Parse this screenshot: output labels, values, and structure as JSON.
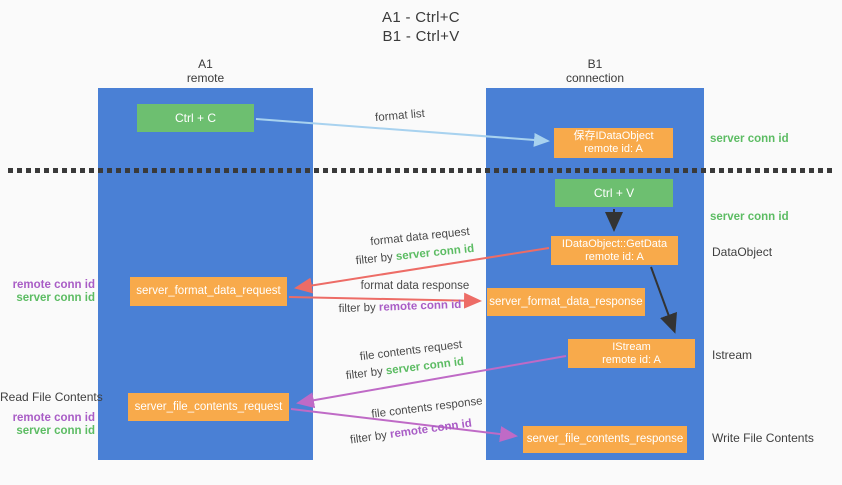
{
  "title": {
    "line1": "A1 - Ctrl+C",
    "line2": "B1 - Ctrl+V"
  },
  "lifelines": {
    "left": {
      "name": "A1",
      "role": "remote"
    },
    "right": {
      "name": "B1",
      "role": "connection"
    }
  },
  "boxes": {
    "ctrl_c": {
      "label": "Ctrl + C"
    },
    "ctrl_v": {
      "label": "Ctrl + V"
    },
    "save_dataobject": {
      "line1": "保存IDataObject",
      "line2": "remote id: A"
    },
    "getdata": {
      "line1": "IDataObject::GetData",
      "line2": "remote id: A"
    },
    "istream": {
      "line1": "IStream",
      "line2": "remote id: A"
    },
    "server_format_data_request": {
      "label": "server_format_data_request"
    },
    "server_format_data_response": {
      "label": "server_format_data_response"
    },
    "server_file_contents_request": {
      "label": "server_file_contents_request"
    },
    "server_file_contents_response": {
      "label": "server_file_contents_response"
    }
  },
  "flow_labels": {
    "format_list": "format list",
    "format_data_request": "format data request",
    "format_data_response": "format data response",
    "file_contents_request": "file contents request",
    "file_contents_response": "file contents response",
    "filter_by": "filter by",
    "server_conn_id": "server conn id",
    "remote_conn_id": "remote conn id"
  },
  "annotations": {
    "server_conn_id_top": "server conn id",
    "server_conn_id_mid": "server conn id",
    "data_object": "DataObject",
    "istream": "Istream",
    "write_file_contents": "Write File Contents",
    "read_file_contents": "Read File Contents",
    "remote_conn_id": "remote conn id",
    "server_conn_id": "server conn id"
  },
  "colors": {
    "background": "#fafafa",
    "lifeline_blue": "#4a80d5",
    "action_green": "#6dbf70",
    "message_orange": "#f8aa4b",
    "conn_id_green": "#5cbc63",
    "conn_id_purple": "#a95dc6",
    "arrow_red": "#ed6c66",
    "arrow_magenta": "#bf6ac6",
    "arrow_lightblue": "#a8d2ef",
    "arrow_black": "#333333",
    "text_dark": "#3a3a3a",
    "separator_dark": "#3a3a3a"
  }
}
